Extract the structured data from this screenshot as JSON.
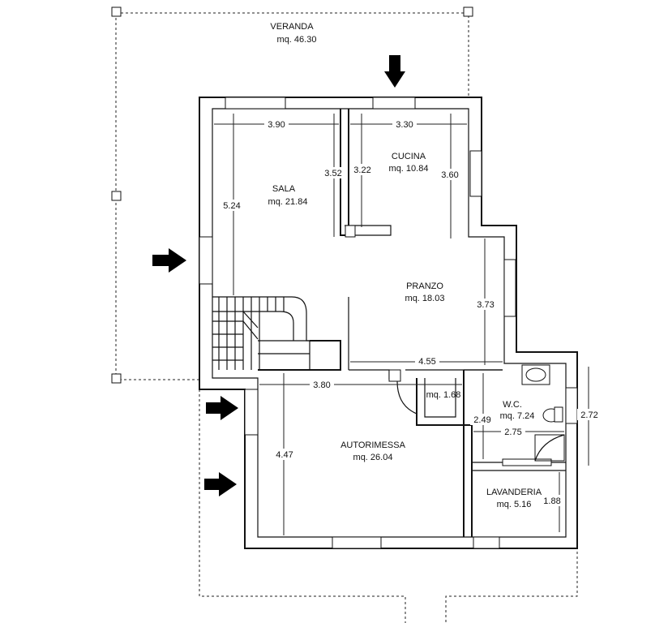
{
  "rooms": {
    "veranda": {
      "name": "VERANDA",
      "area": "mq. 46.30"
    },
    "sala": {
      "name": "SALA",
      "area": "mq. 21.84"
    },
    "cucina": {
      "name": "CUCINA",
      "area": "mq. 10.84"
    },
    "pranzo": {
      "name": "PRANZO",
      "area": "mq. 18.03"
    },
    "ripostiglio": {
      "area": "mq. 1.68"
    },
    "wc": {
      "name": "W.C.",
      "area": "mq. 7.24"
    },
    "autorimessa": {
      "name": "AUTORIMESSA",
      "area": "mq. 26.04"
    },
    "lavanderia": {
      "name": "LAVANDERIA",
      "area": "mq. 5.16"
    }
  },
  "dimensions": {
    "sala_width": "3.90",
    "cucina_width": "3.30",
    "sala_height": "5.24",
    "sala_inner": "3.52",
    "cucina_left": "3.22",
    "cucina_right": "3.60",
    "pranzo_height": "3.73",
    "pranzo_width": "4.55",
    "garage_width": "3.80",
    "garage_height": "4.47",
    "wc_height": "2.49",
    "wc_width": "2.75",
    "wc_outer": "2.72",
    "lavanderia_height": "1.88"
  },
  "entrances": [
    "entrance-arrow",
    "entrance-arrow",
    "entrance-arrow",
    "entrance-arrow"
  ]
}
